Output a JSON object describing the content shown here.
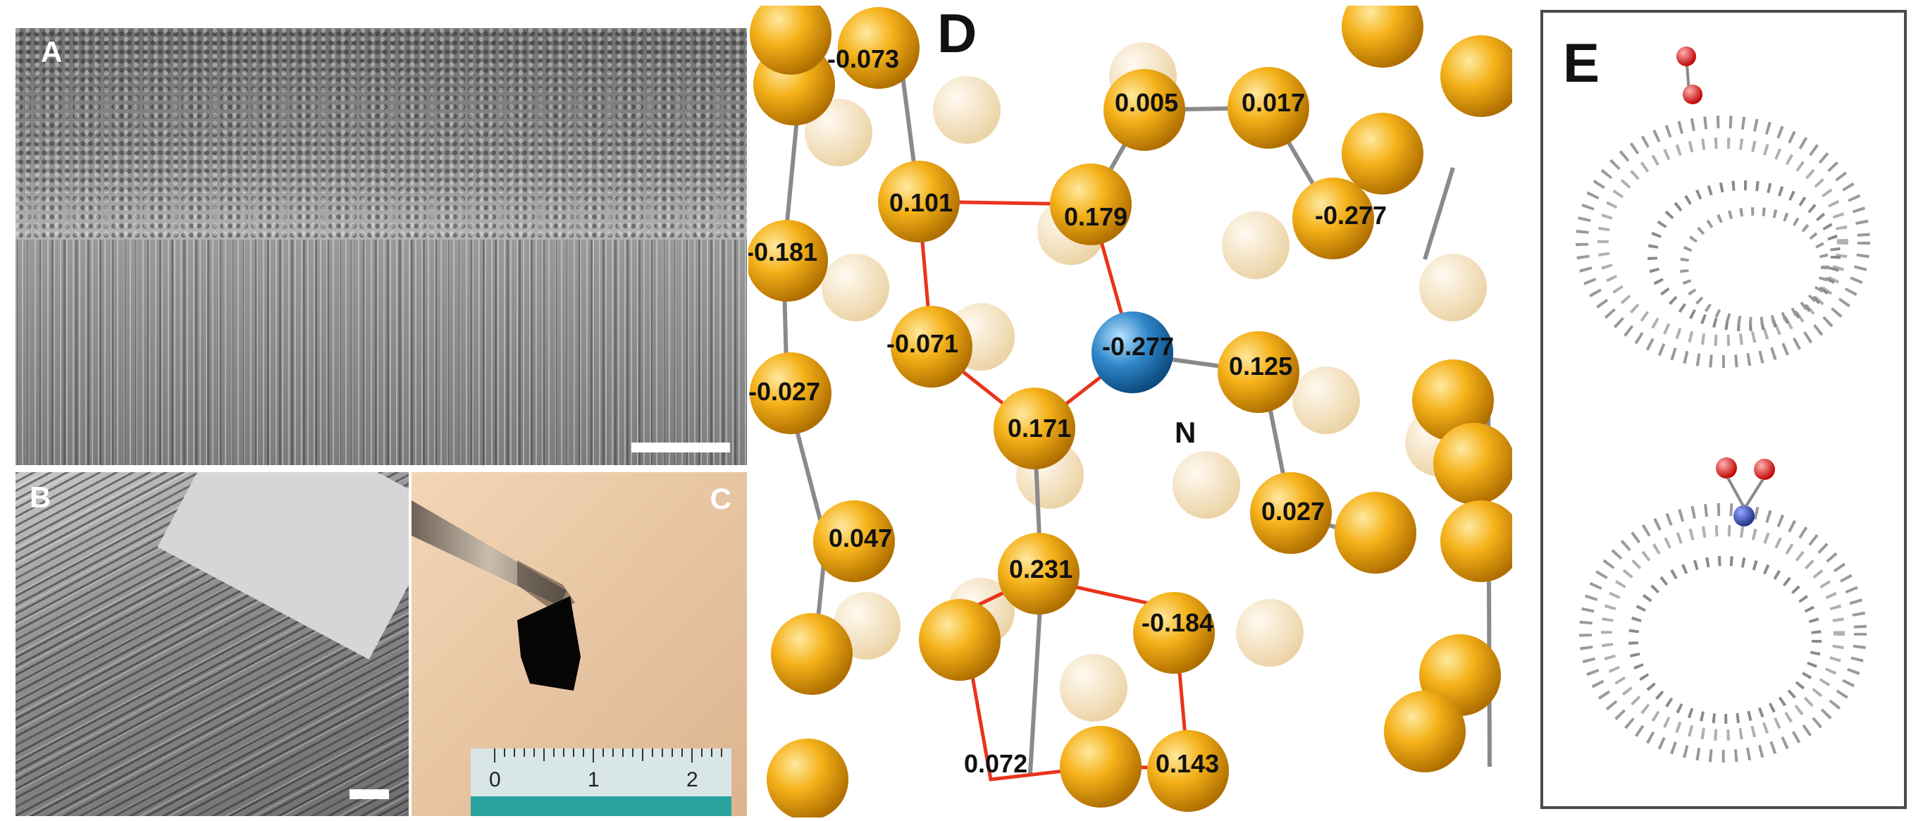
{
  "figure": {
    "panels": {
      "a": {
        "label": "A"
      },
      "b": {
        "label": "B"
      },
      "c": {
        "label": "C",
        "ruler_ticks": [
          "0",
          "1",
          "2"
        ]
      },
      "d": {
        "label": "D",
        "charges": [
          "-0.073",
          "0.005",
          "0.017",
          "0.101",
          "0.179",
          "-0.277",
          "-0.181",
          "-0.071",
          "-0.277",
          "0.125",
          "-0.027",
          "0.171",
          "0.027",
          "0.047",
          "0.231",
          "-0.184",
          "0.072",
          "0.143"
        ],
        "atom_label": "N"
      },
      "e": {
        "label": "E"
      }
    },
    "colors": {
      "carbon_atom": "#f2a60c",
      "background_atom": "#f3dfb8",
      "nitrogen_atom": "#2f86c9",
      "oxygen_atom": "#e01414",
      "ring_highlight": "#e8341c",
      "tube_atom": "#9a9a9a",
      "tube_nitrogen": "#1f3a9a"
    }
  }
}
